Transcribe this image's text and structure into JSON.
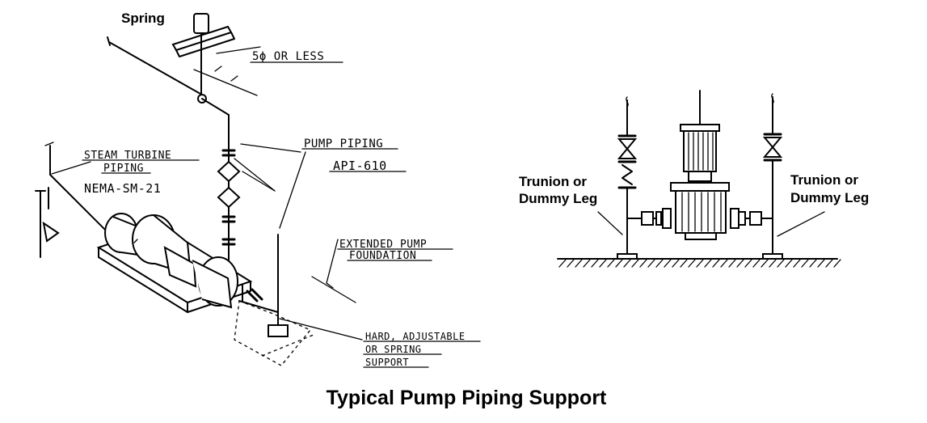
{
  "title": "Typical Pump Piping Support",
  "left_diagram": {
    "spring_label": "Spring",
    "dimension_label": "5ϕ OR LESS",
    "steam_turbine_label_1": "STEAM TURBINE",
    "steam_turbine_label_2": "PIPING",
    "nema_label": "NEMA-SM-21",
    "pump_piping_label": "PUMP PIPING",
    "api_label": "API-610",
    "extended_label_1": "EXTENDED PUMP",
    "extended_label_2": "FOUNDATION",
    "support_label_1": "HARD, ADJUSTABLE",
    "support_label_2": "OR SPRING",
    "support_label_3": "SUPPORT"
  },
  "right_diagram": {
    "left_label_1": "Trunion or",
    "left_label_2": "Dummy Leg",
    "right_label_1": "Trunion or",
    "right_label_2": "Dummy Leg"
  }
}
